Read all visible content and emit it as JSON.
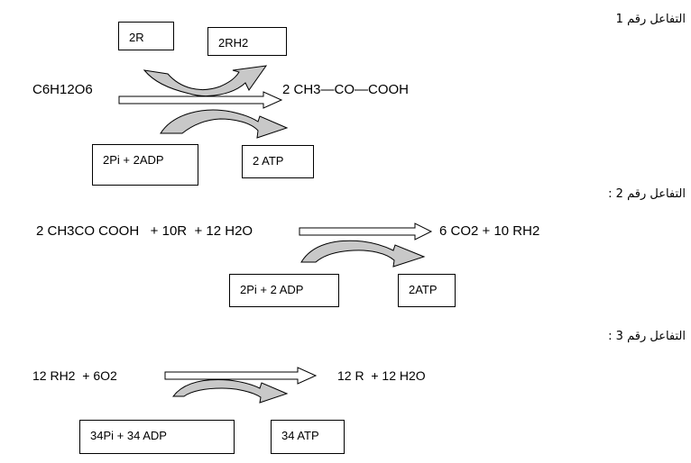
{
  "reaction1": {
    "title": "التفاعل رقم 1",
    "reactant": "C6H12O6",
    "product": "2 CH3—CO—COOH",
    "box_in_top": "2R",
    "box_out_top": "2RH2",
    "box_in_bottom": "2Pi + 2ADP",
    "box_out_bottom": "2 ATP"
  },
  "reaction2": {
    "title": "التفاعل رقم 2 :",
    "reactants": "2 CH3CO COOH   + 10R  + 12 H2O",
    "products": "6 CO2 + 10 RH2",
    "box_in": "2Pi + 2 ADP",
    "box_out": "2ATP"
  },
  "reaction3": {
    "title": "التفاعل رقم 3 :",
    "reactants": "12 RH2  + 6O2",
    "products": "12 R  + 12 H2O",
    "box_in": "34Pi + 34 ADP",
    "box_out": "34 ATP"
  },
  "colors": {
    "curved_arrow_fill": "#c8c8c8",
    "outline": "#000000",
    "background": "#ffffff"
  }
}
